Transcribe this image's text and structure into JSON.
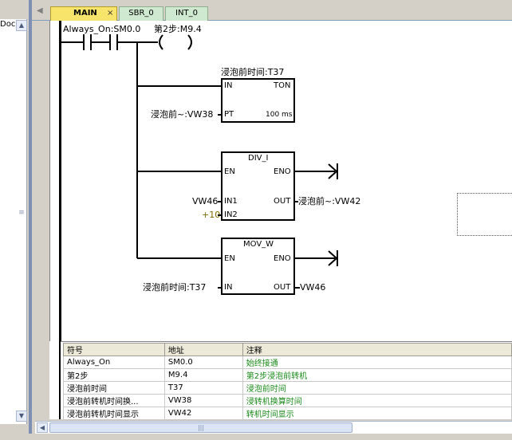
{
  "left_panel": {
    "label": "Doc",
    "up_arrow": "▲",
    "down_arrow": "▼",
    "grip": "≡"
  },
  "tabs": {
    "left_arrow": "◀",
    "items": [
      {
        "label": "MAIN",
        "close": "×"
      },
      {
        "label": "SBR_0"
      },
      {
        "label": "INT_0"
      }
    ]
  },
  "ladder": {
    "contact1_label": "Always_On:SM0.0",
    "coil_label": "第2步:M9.4",
    "ton": {
      "title": "浸泡前时间:T37",
      "in": "IN",
      "type": "TON",
      "pt": "PT",
      "pt_source": "浸泡前~:VW38",
      "time_base": "100 ms"
    },
    "div": {
      "title": "DIV_I",
      "en": "EN",
      "eno": "ENO",
      "in1": "IN1",
      "in2": "IN2",
      "out": "OUT",
      "in1_source": "VW46",
      "in2_source": "+10",
      "out_target": "浸泡前~:VW42"
    },
    "mov": {
      "title": "MOV_W",
      "en": "EN",
      "eno": "ENO",
      "in": "IN",
      "out": "OUT",
      "in_source": "浸泡前时间:T37",
      "out_target": "VW46"
    },
    "colors": {
      "constant": "#7a6a00"
    }
  },
  "symbol_table": {
    "headers": [
      "符号",
      "地址",
      "注释"
    ],
    "rows": [
      [
        "Always_On",
        "SM0.0",
        "始终接通"
      ],
      [
        "第2步",
        "M9.4",
        "第2步浸泡前转机"
      ],
      [
        "浸泡前时间",
        "T37",
        "浸泡前时间"
      ],
      [
        "浸泡前转机时间换...",
        "VW38",
        "浸转机换算时间"
      ],
      [
        "浸泡前转机时间显示",
        "VW42",
        "转机时间显示"
      ]
    ]
  },
  "hscroll": {
    "left_arrow": "◀",
    "grip": "|||"
  }
}
